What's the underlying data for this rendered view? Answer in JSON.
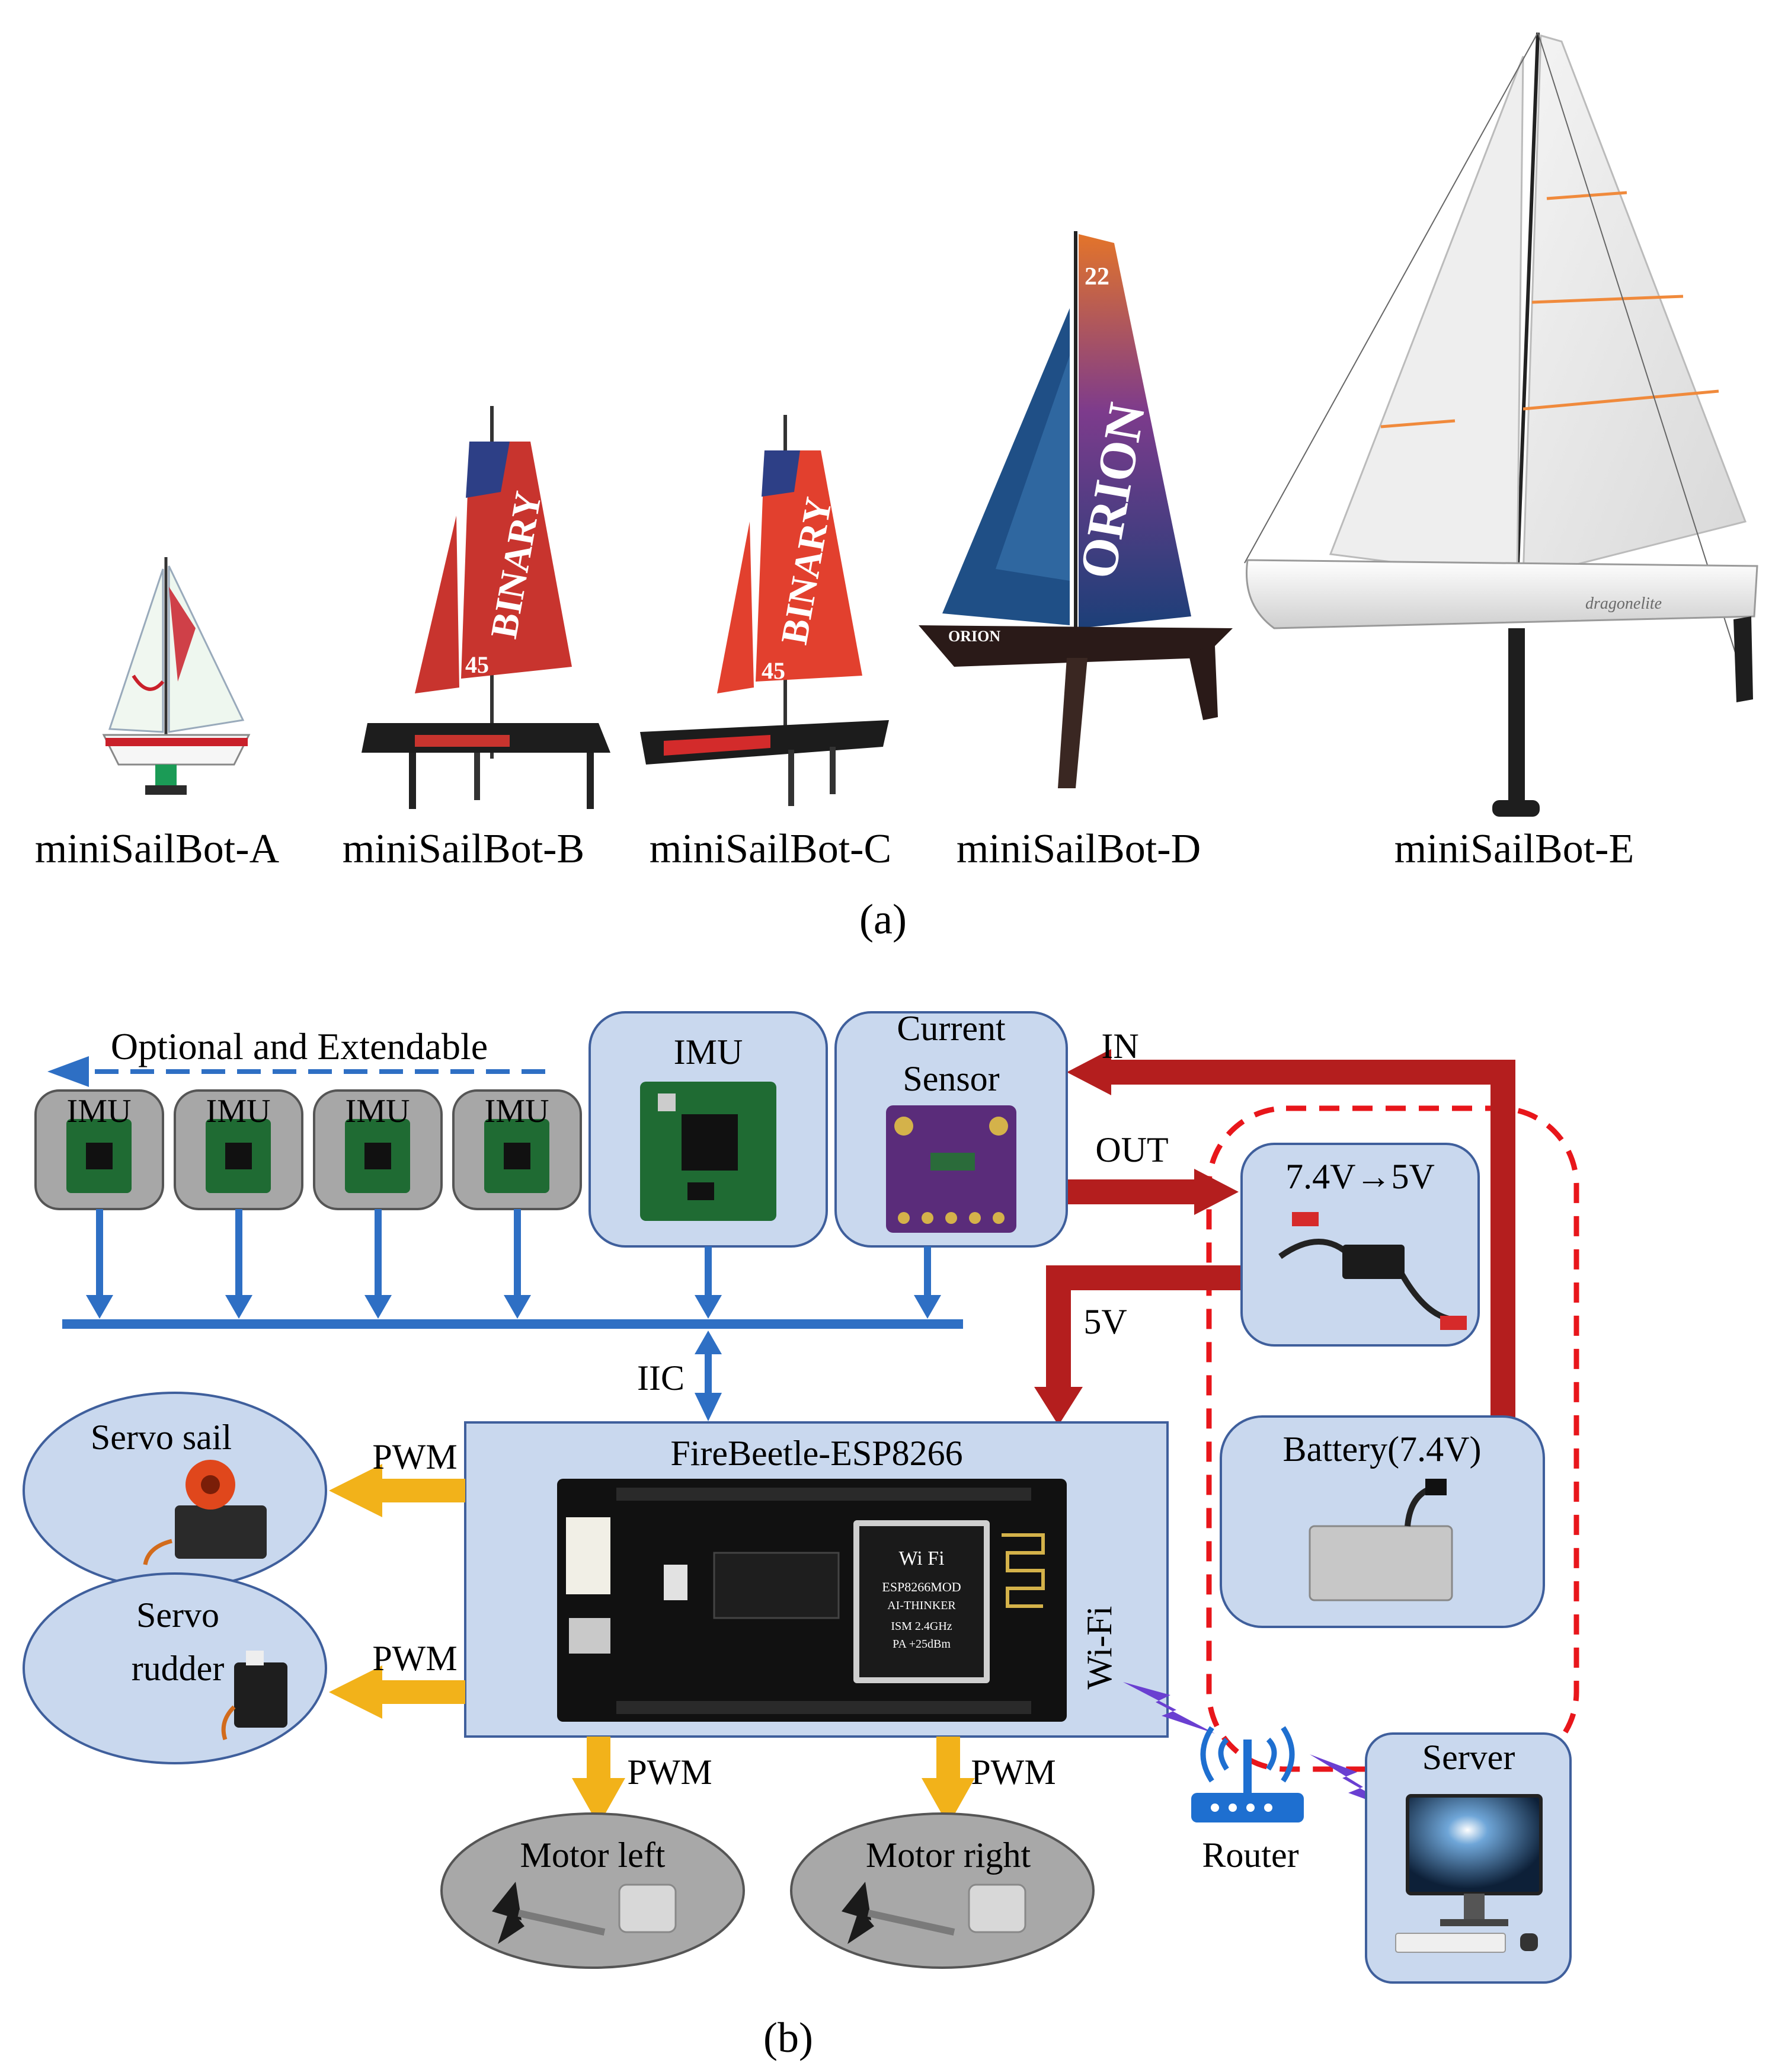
{
  "panel_a": {
    "caption": "(a)",
    "boats": [
      "miniSailBot-A",
      "miniSailBot-B",
      "miniSailBot-C",
      "miniSailBot-D",
      "miniSailBot-E"
    ],
    "sail_texts": {
      "b": "BINARY",
      "c": "BINARY",
      "d": "ORION",
      "d_number": "22",
      "bc_number": "45",
      "d_hull": "ORION",
      "e_hull": "dragonelite"
    }
  },
  "panel_b": {
    "caption": "(b)",
    "optional_label": "Optional and Extendable",
    "imu_small": [
      "IMU",
      "IMU",
      "IMU",
      "IMU"
    ],
    "imu_main": "IMU",
    "current_sensor": [
      "Current",
      "Sensor"
    ],
    "in_label": "IN",
    "out_label": "OUT",
    "converter": "7.4V→5V",
    "five_v": "5V",
    "battery": "Battery(7.4V)",
    "iic": "IIC",
    "mcu": "FireBeetle-ESP8266",
    "wifi": "Wi-Fi",
    "chip_text": {
      "brand": "Wi Fi",
      "module": "ESP8266MOD",
      "vendor": "AI-THINKER",
      "ism": "ISM 2.4GHz",
      "pa": "PA +25dBm"
    },
    "pwm": "PWM",
    "servo_sail": "Servo sail",
    "servo_rudder": [
      "Servo",
      "rudder"
    ],
    "motor_left": "Motor left",
    "motor_right": "Motor right",
    "router": "Router",
    "server": "Server"
  },
  "colors": {
    "box_fill": "#c9d8ee",
    "bus_blue": "#2e6fc4",
    "power_red": "#b41e1e",
    "pwm_yellow": "#f2b21a",
    "dashed_red": "#e8161b",
    "wifi_purple": "#6a3fd1",
    "motor_gray": "#a8a8a8"
  }
}
